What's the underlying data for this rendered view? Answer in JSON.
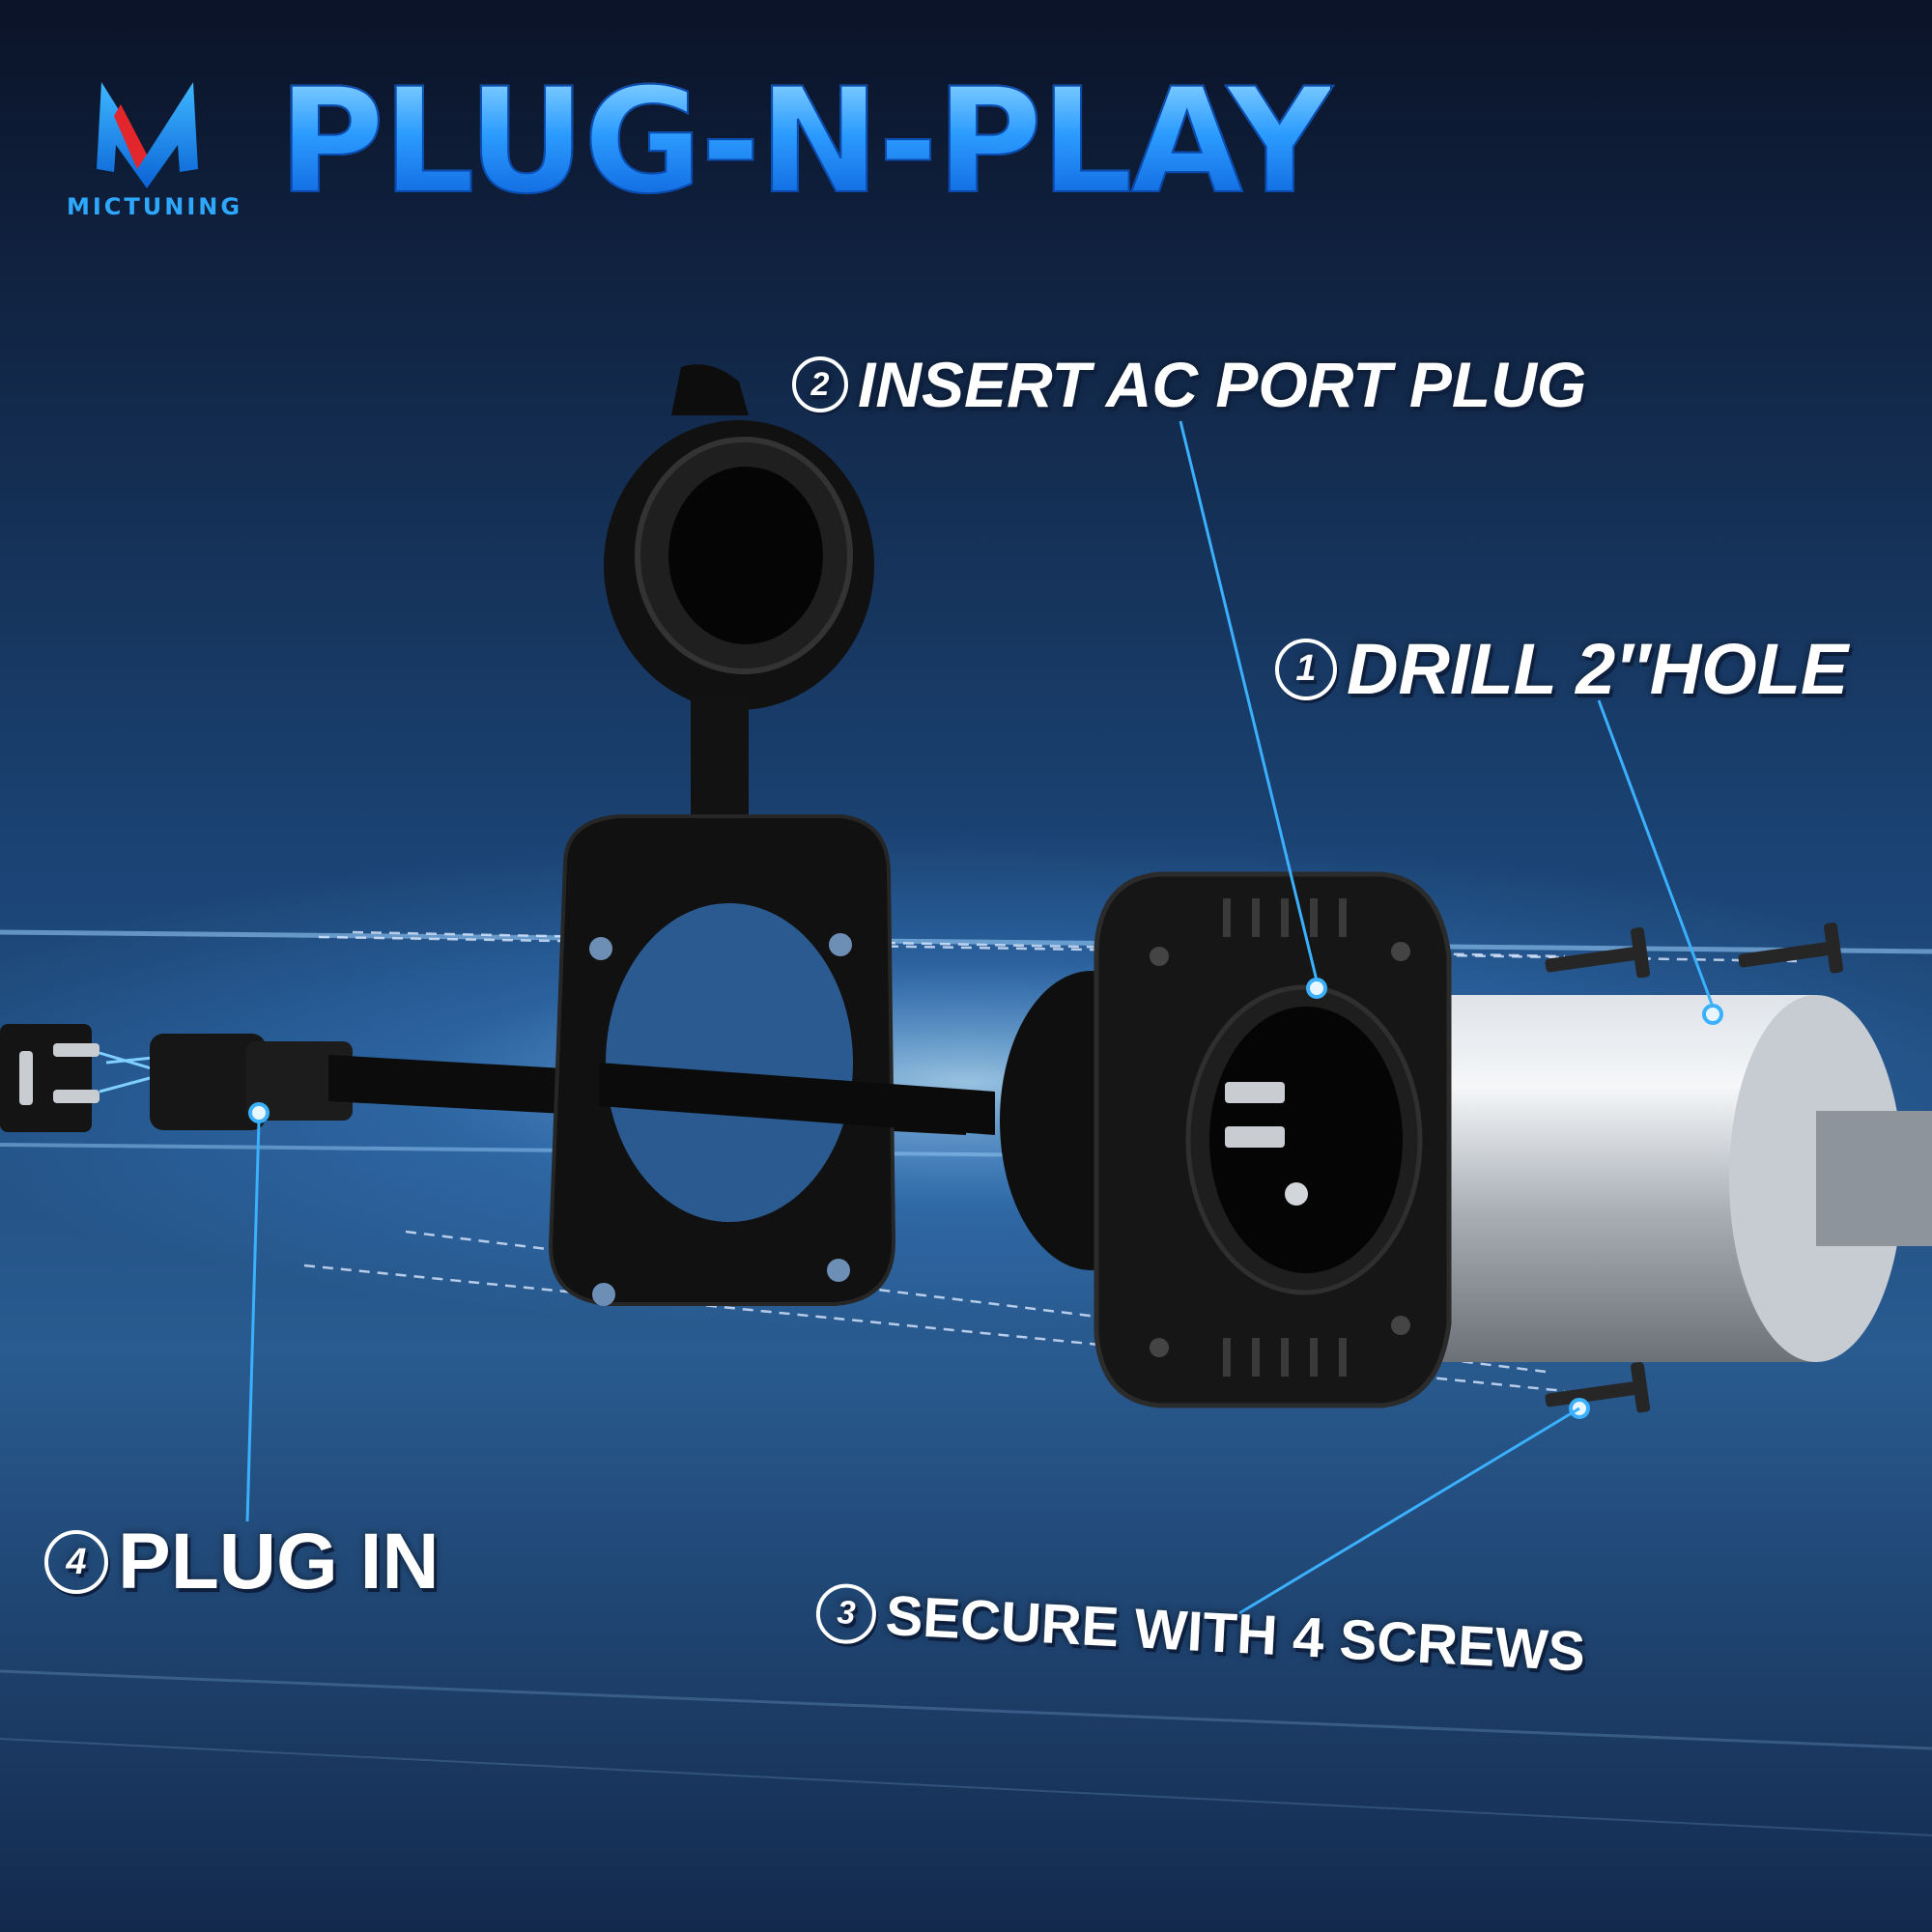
{
  "brand": {
    "name": "MICTUNING"
  },
  "headline": "PLUG-N-PLAY",
  "steps": [
    {
      "number": "1",
      "label": "DRILL 2′′HOLE"
    },
    {
      "number": "2",
      "label": "INSERT AC PORT PLUG"
    },
    {
      "number": "3",
      "label": "SECURE WITH 4 SCREWS"
    },
    {
      "number": "4",
      "label": "PLUG IN"
    }
  ],
  "colors": {
    "background_top": "#0b1328",
    "background_mid": "#1b4475",
    "accent_blue": "#1e90ff",
    "headline_blue": "#2b9bff",
    "logo_red": "#e3262b",
    "label_white": "#ffffff",
    "callout_dot": "#3ab0ff"
  },
  "icons": {
    "logo": "mictuning-logo-icon",
    "screw": "screw-icon",
    "hole_saw": "hole-saw-icon",
    "ac_inlet": "ac-inlet-icon",
    "gasket_cover": "gasket-cover-icon",
    "power_plug": "power-plug-icon"
  }
}
